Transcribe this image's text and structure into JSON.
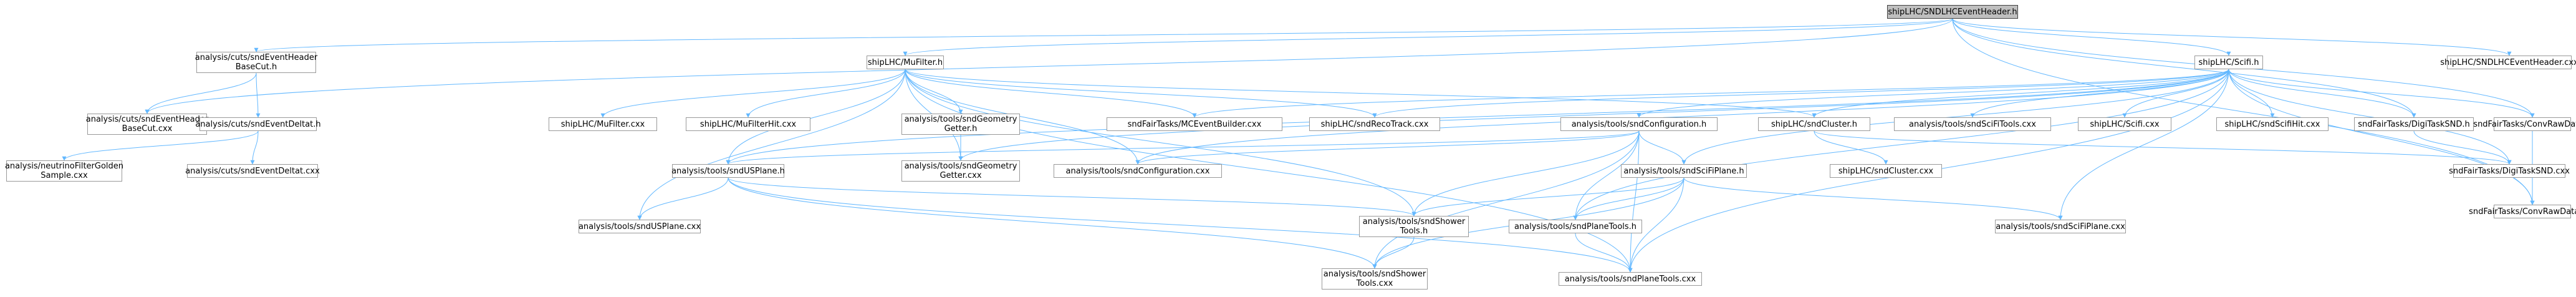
{
  "colors": {
    "edge": "#63b8ff",
    "node_border": "#999999",
    "root_fill": "#bfbfbf",
    "root_border": "#404040"
  },
  "nodes": {
    "root": "shipLHC/SNDLHCEventHeader.h",
    "evhdr_cxx": "shipLHC/SNDLHCEventHeader.cxx",
    "basecut_h": "analysis/cuts/sndEventHeader\nBaseCut.h",
    "basecut_cxx": "analysis/cuts/sndEventHeader\nBaseCut.cxx",
    "deltat_h": "analysis/cuts/sndEventDeltat.h",
    "deltat_cxx": "analysis/cuts/sndEventDeltat.cxx",
    "golden": "analysis/neutrinoFilterGolden\nSample.cxx",
    "mufilter_h": "shipLHC/MuFilter.h",
    "scifi_h": "shipLHC/Scifi.h",
    "mufilter_cxx": "shipLHC/MuFilter.cxx",
    "mufilterhit_cxx": "shipLHC/MuFilterHit.cxx",
    "geomgetter_h": "analysis/tools/sndGeometry\nGetter.h",
    "geomgetter_cxx": "analysis/tools/sndGeometry\nGetter.cxx",
    "mceventbuilder": "sndFairTasks/MCEventBuilder.cxx",
    "recotrack": "shipLHC/sndRecoTrack.cxx",
    "config_h": "analysis/tools/sndConfiguration.h",
    "config_cxx": "analysis/tools/sndConfiguration.cxx",
    "cluster_h": "shipLHC/sndCluster.h",
    "cluster_cxx": "shipLHC/sndCluster.cxx",
    "scifitools": "analysis/tools/sndSciFiTools.cxx",
    "scifi_cxx": "shipLHC/Scifi.cxx",
    "scifihit": "shipLHC/sndScifiHit.cxx",
    "digisnd_h": "sndFairTasks/DigiTaskSND.h",
    "digisnd_cxx": "sndFairTasks/DigiTaskSND.cxx",
    "convraw_h": "sndFairTasks/ConvRawData.h",
    "convraw_cxx": "sndFairTasks/ConvRawData.cxx",
    "usplane_h": "analysis/tools/sndUSPlane.h",
    "usplane_cxx": "analysis/tools/sndUSPlane.cxx",
    "scifiplane_h": "analysis/tools/sndSciFiPlane.h",
    "scifiplane_cxx": "analysis/tools/sndSciFiPlane.cxx",
    "shower_h": "analysis/tools/sndShower\nTools.h",
    "shower_cxx": "analysis/tools/sndShower\nTools.cxx",
    "planetools_h": "analysis/tools/sndPlaneTools.h",
    "planetools_cxx": "analysis/tools/sndPlaneTools.cxx"
  },
  "edges": [
    [
      "root",
      "evhdr_cxx"
    ],
    [
      "root",
      "basecut_h"
    ],
    [
      "root",
      "basecut_cxx"
    ],
    [
      "root",
      "mufilter_h"
    ],
    [
      "root",
      "scifi_h"
    ],
    [
      "root",
      "digisnd_h"
    ],
    [
      "root",
      "convraw_h"
    ],
    [
      "root",
      "convraw_cxx"
    ],
    [
      "basecut_h",
      "basecut_cxx"
    ],
    [
      "basecut_h",
      "deltat_h"
    ],
    [
      "deltat_h",
      "golden"
    ],
    [
      "deltat_h",
      "deltat_cxx"
    ],
    [
      "mufilter_h",
      "mufilter_cxx"
    ],
    [
      "mufilter_h",
      "mufilterhit_cxx"
    ],
    [
      "mufilter_h",
      "geomgetter_h"
    ],
    [
      "mufilter_h",
      "mceventbuilder"
    ],
    [
      "mufilter_h",
      "recotrack"
    ],
    [
      "mufilter_h",
      "config_cxx"
    ],
    [
      "mufilter_h",
      "cluster_h"
    ],
    [
      "mufilter_h",
      "usplane_h"
    ],
    [
      "mufilter_h",
      "usplane_cxx"
    ],
    [
      "mufilter_h",
      "geomgetter_cxx"
    ],
    [
      "mufilter_h",
      "shower_h"
    ],
    [
      "mufilter_h",
      "planetools_cxx"
    ],
    [
      "scifi_h",
      "mceventbuilder"
    ],
    [
      "scifi_h",
      "recotrack"
    ],
    [
      "scifi_h",
      "config_h"
    ],
    [
      "scifi_h",
      "cluster_h"
    ],
    [
      "scifi_h",
      "scifitools"
    ],
    [
      "scifi_h",
      "scifi_cxx"
    ],
    [
      "scifi_h",
      "scifihit"
    ],
    [
      "scifi_h",
      "digisnd_h"
    ],
    [
      "scifi_h",
      "convraw_h"
    ],
    [
      "scifi_h",
      "convraw_cxx"
    ],
    [
      "scifi_h",
      "digisnd_cxx"
    ],
    [
      "scifi_h",
      "scifiplane_h"
    ],
    [
      "scifi_h",
      "scifiplane_cxx"
    ],
    [
      "scifi_h",
      "planetools_h"
    ],
    [
      "scifi_h",
      "planetools_cxx"
    ],
    [
      "scifi_h",
      "geomgetter_cxx"
    ],
    [
      "scifi_h",
      "usplane_h"
    ],
    [
      "scifi_h",
      "config_cxx"
    ],
    [
      "geomgetter_h",
      "geomgetter_cxx"
    ],
    [
      "config_h",
      "config_cxx"
    ],
    [
      "config_h",
      "usplane_h"
    ],
    [
      "config_h",
      "scifiplane_h"
    ],
    [
      "config_h",
      "shower_h"
    ],
    [
      "config_h",
      "planetools_h"
    ],
    [
      "config_h",
      "shower_cxx"
    ],
    [
      "config_h",
      "planetools_cxx"
    ],
    [
      "cluster_h",
      "cluster_cxx"
    ],
    [
      "cluster_h",
      "digisnd_cxx"
    ],
    [
      "digisnd_h",
      "digisnd_cxx"
    ],
    [
      "convraw_h",
      "convraw_cxx"
    ],
    [
      "usplane_h",
      "usplane_cxx"
    ],
    [
      "usplane_h",
      "shower_h"
    ],
    [
      "usplane_h",
      "shower_cxx"
    ],
    [
      "usplane_h",
      "planetools_cxx"
    ],
    [
      "scifiplane_h",
      "shower_h"
    ],
    [
      "scifiplane_h",
      "planetools_h"
    ],
    [
      "scifiplane_h",
      "scifiplane_cxx"
    ],
    [
      "scifiplane_h",
      "shower_cxx"
    ],
    [
      "scifiplane_h",
      "planetools_cxx"
    ],
    [
      "shower_h",
      "shower_cxx"
    ],
    [
      "planetools_h",
      "planetools_cxx"
    ]
  ]
}
